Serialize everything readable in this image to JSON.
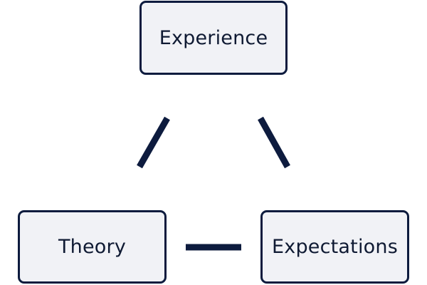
{
  "diagram": {
    "nodes": {
      "experience": "Experience",
      "theory": "Theory",
      "expectations": "Expectations"
    },
    "connections": [
      [
        "experience",
        "theory"
      ],
      [
        "experience",
        "expectations"
      ],
      [
        "theory",
        "expectations"
      ]
    ],
    "colors": {
      "stroke": "#0d1b3e",
      "box_fill": "#f1f2f6",
      "text": "#0f1a33",
      "background": "#ffffff"
    }
  }
}
